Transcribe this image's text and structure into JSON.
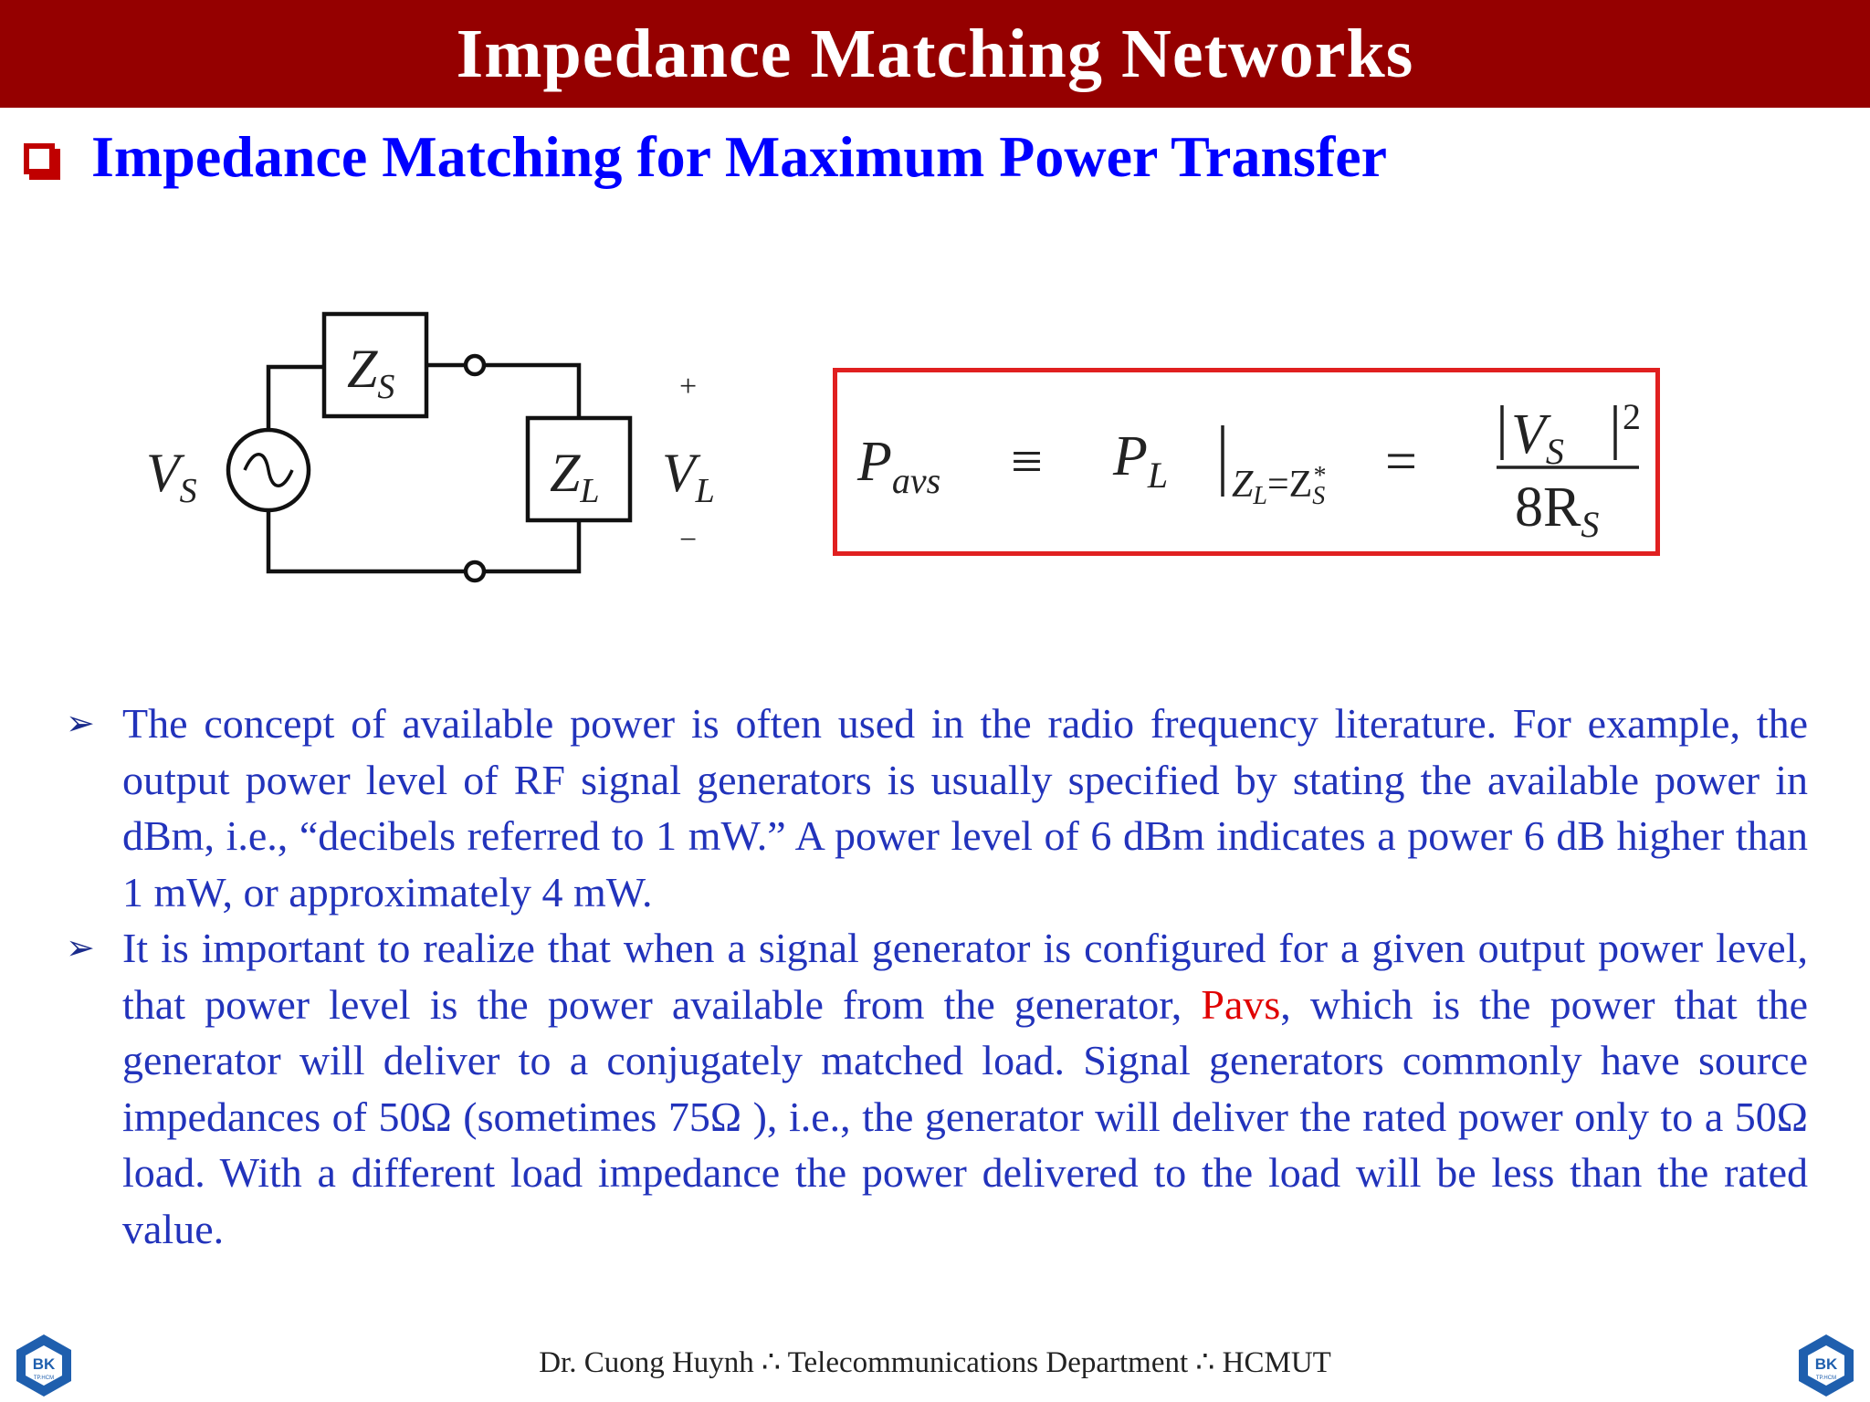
{
  "header": {
    "title": "Impedance Matching Networks"
  },
  "section": {
    "title": "Impedance Matching for Maximum Power Transfer"
  },
  "circuit": {
    "source_label": "V",
    "source_sub": "S",
    "zs_label": "Z",
    "zs_sub": "S",
    "zl_label": "Z",
    "zl_sub": "L",
    "vl_label": "V",
    "vl_sub": "L",
    "plus": "+",
    "minus": "−"
  },
  "formula": {
    "lhs": "P",
    "lhs_sub": "avs",
    "equiv": "≡",
    "mid": "P",
    "mid_sub": "L",
    "cond": "Z",
    "cond_sub_l": "L",
    "cond_eq": "=Z",
    "cond_sub_s": "S",
    "cond_star": "*",
    "eq": "=",
    "num_v": "V",
    "num_sub": "S",
    "num_exp": "2",
    "den": "8R",
    "den_sub": "S"
  },
  "bullets": [
    {
      "text": "The concept of available power is often used in the radio frequency literature. For example, the output power level of RF signal generators is usually specified by stating the available power in dBm, i.e., “decibels referred to 1 mW.” A power level of 6 dBm indicates a power 6 dB higher than 1 mW, or approximately 4 mW."
    },
    {
      "text_before": "It is important to realize that when a signal generator is configured for a given output power level, that power level is the power available from the generator, ",
      "highlight": "Pavs",
      "text_after": ", which is the power that the generator will deliver to a conjugately matched load. Signal generators commonly have source impedances of 50Ω (sometimes 75Ω ), i.e., the generator will deliver the rated power only to a 50Ω load. With a different load impedance the power delivered to the load will be less than the rated value."
    }
  ],
  "footer": {
    "text": "Dr. Cuong Huynh ∴ Telecommunications Department ∴ HCMUT"
  },
  "logo": {
    "text": "BK",
    "subtext": "TP.HCM"
  },
  "colors": {
    "title_bar": "#950000",
    "section_title": "#0000ff",
    "body_text": "#2233bb",
    "highlight": "#e00000",
    "formula_border": "#e02020"
  }
}
